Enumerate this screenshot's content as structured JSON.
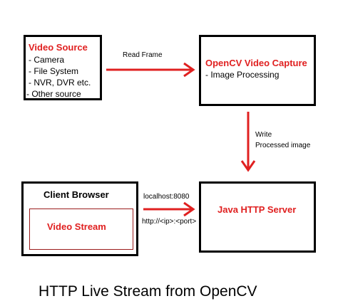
{
  "video_source": {
    "title": "Video Source",
    "items": [
      "- Camera",
      "- File System",
      "- NVR, DVR etc.",
      "- Other source"
    ]
  },
  "opencv_capture": {
    "title": "OpenCV Video Capture",
    "items": [
      "- Image Processing"
    ]
  },
  "http_server": {
    "title": "Java HTTP Server"
  },
  "client_browser": {
    "title": "Client Browser",
    "stream_label": "Video Stream"
  },
  "edges": {
    "read_frame": "Read Frame",
    "write_line1": "Write",
    "write_line2": "Processed image",
    "localhost": "localhost:8080",
    "http_url": "http://<ip>:<port>"
  },
  "caption": "HTTP Live Stream from OpenCV",
  "colors": {
    "accent": "#e02020",
    "border": "#000000",
    "inner_border": "#9b1c1c"
  }
}
